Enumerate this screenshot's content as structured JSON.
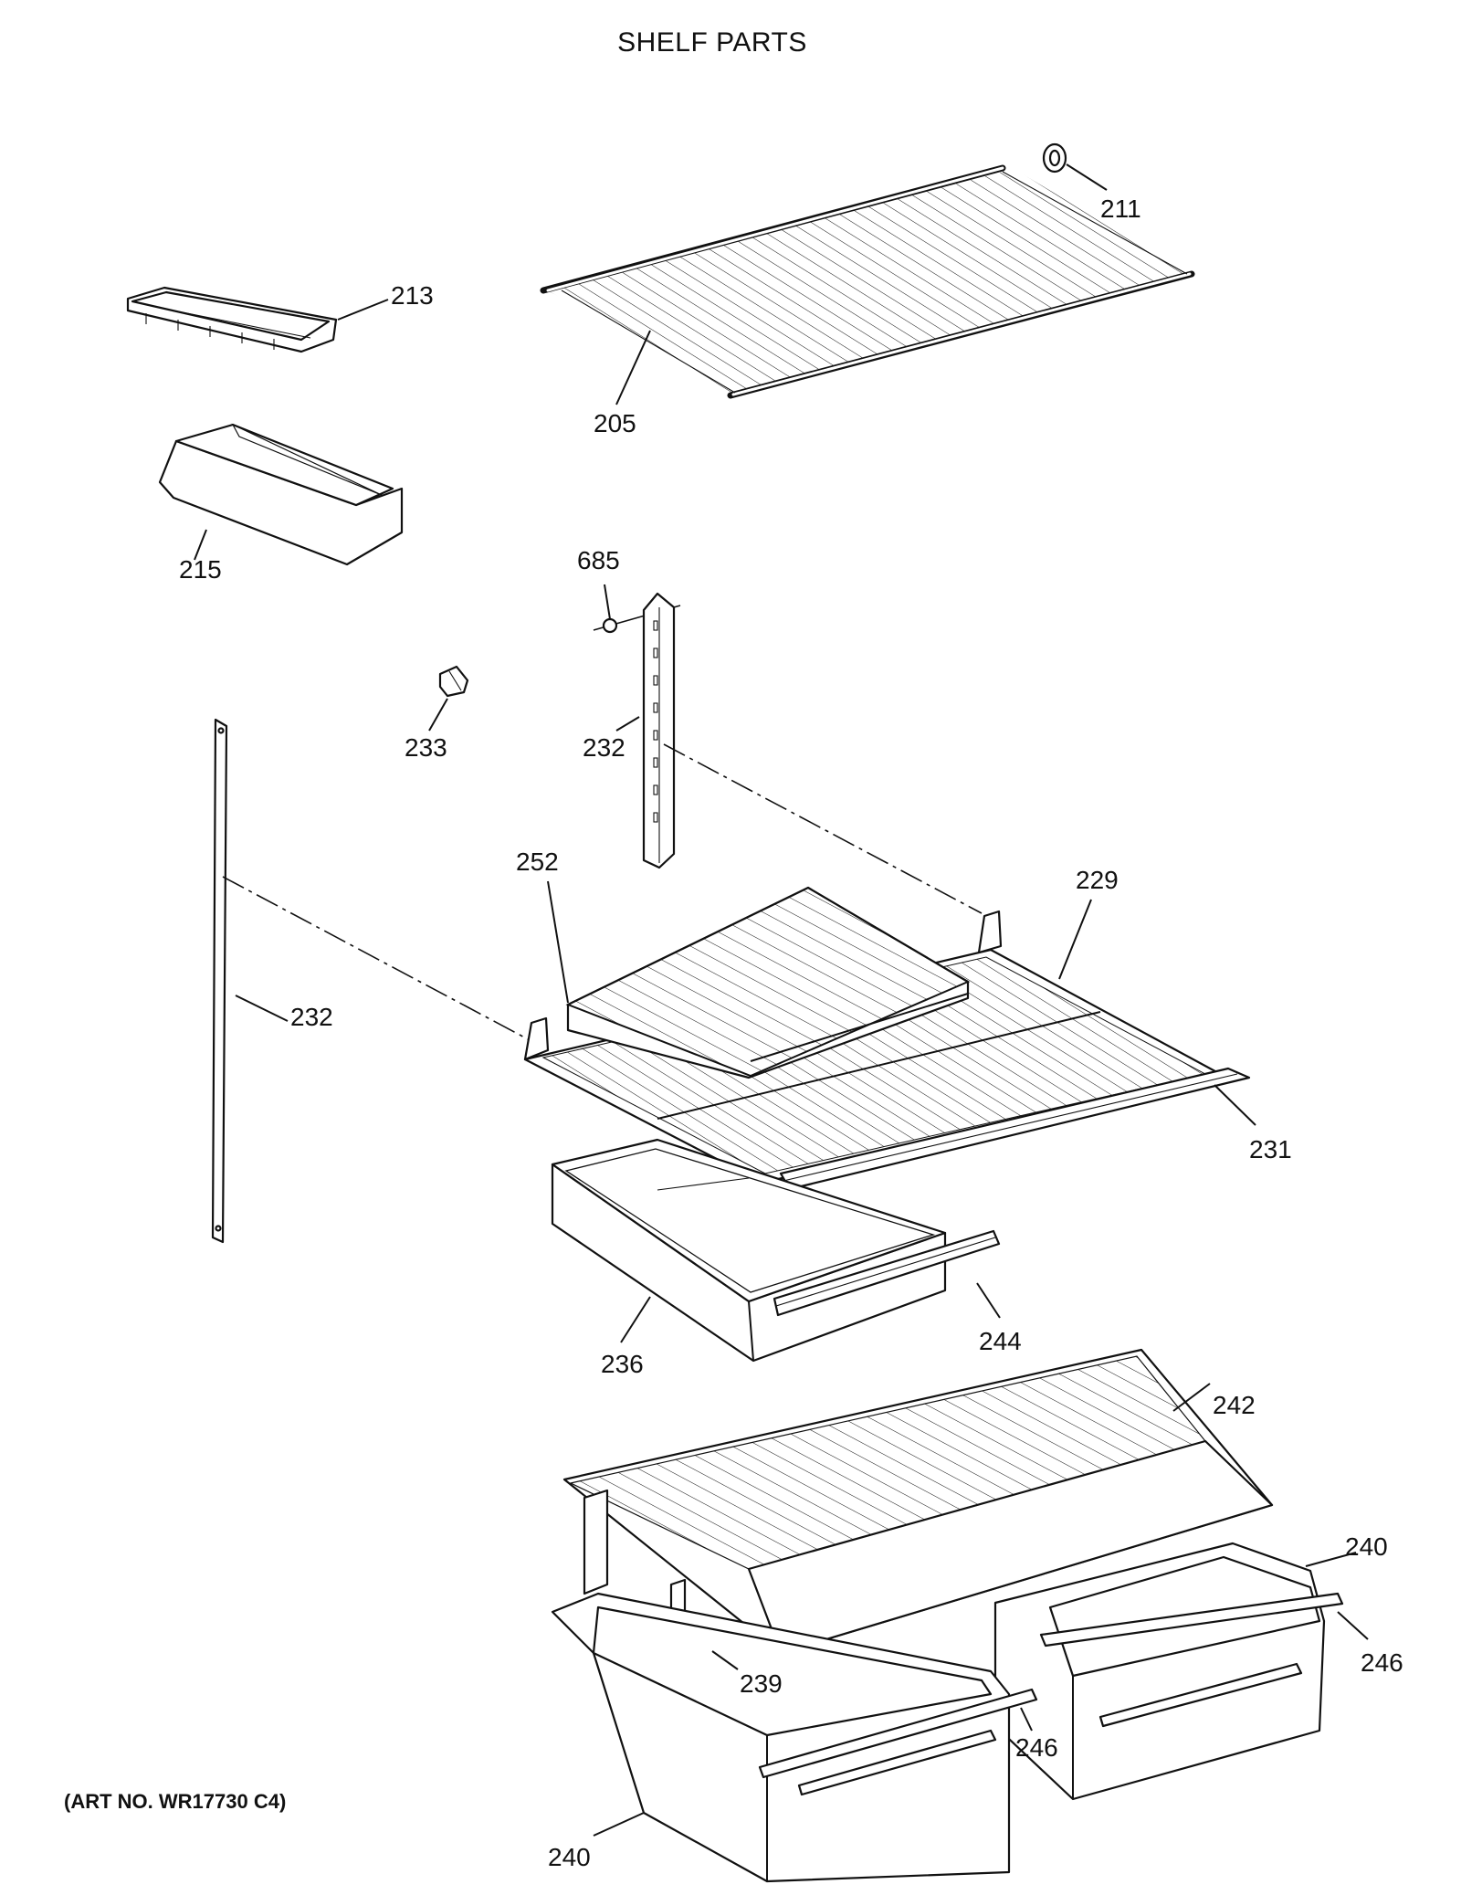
{
  "title": "SHELF PARTS",
  "art_number": "(ART NO. WR17730 C4)",
  "callouts": [
    {
      "id": "c211",
      "label": "211"
    },
    {
      "id": "c213",
      "label": "213"
    },
    {
      "id": "c205",
      "label": "205"
    },
    {
      "id": "c215",
      "label": "215"
    },
    {
      "id": "c685",
      "label": "685"
    },
    {
      "id": "c233",
      "label": "233"
    },
    {
      "id": "c232a",
      "label": "232"
    },
    {
      "id": "c252",
      "label": "252"
    },
    {
      "id": "c229",
      "label": "229"
    },
    {
      "id": "c232b",
      "label": "232"
    },
    {
      "id": "c231",
      "label": "231"
    },
    {
      "id": "c236",
      "label": "236"
    },
    {
      "id": "c244",
      "label": "244"
    },
    {
      "id": "c242",
      "label": "242"
    },
    {
      "id": "c240a",
      "label": "240"
    },
    {
      "id": "c246a",
      "label": "246"
    },
    {
      "id": "c239",
      "label": "239"
    },
    {
      "id": "c246b",
      "label": "246"
    },
    {
      "id": "c240b",
      "label": "240"
    }
  ]
}
